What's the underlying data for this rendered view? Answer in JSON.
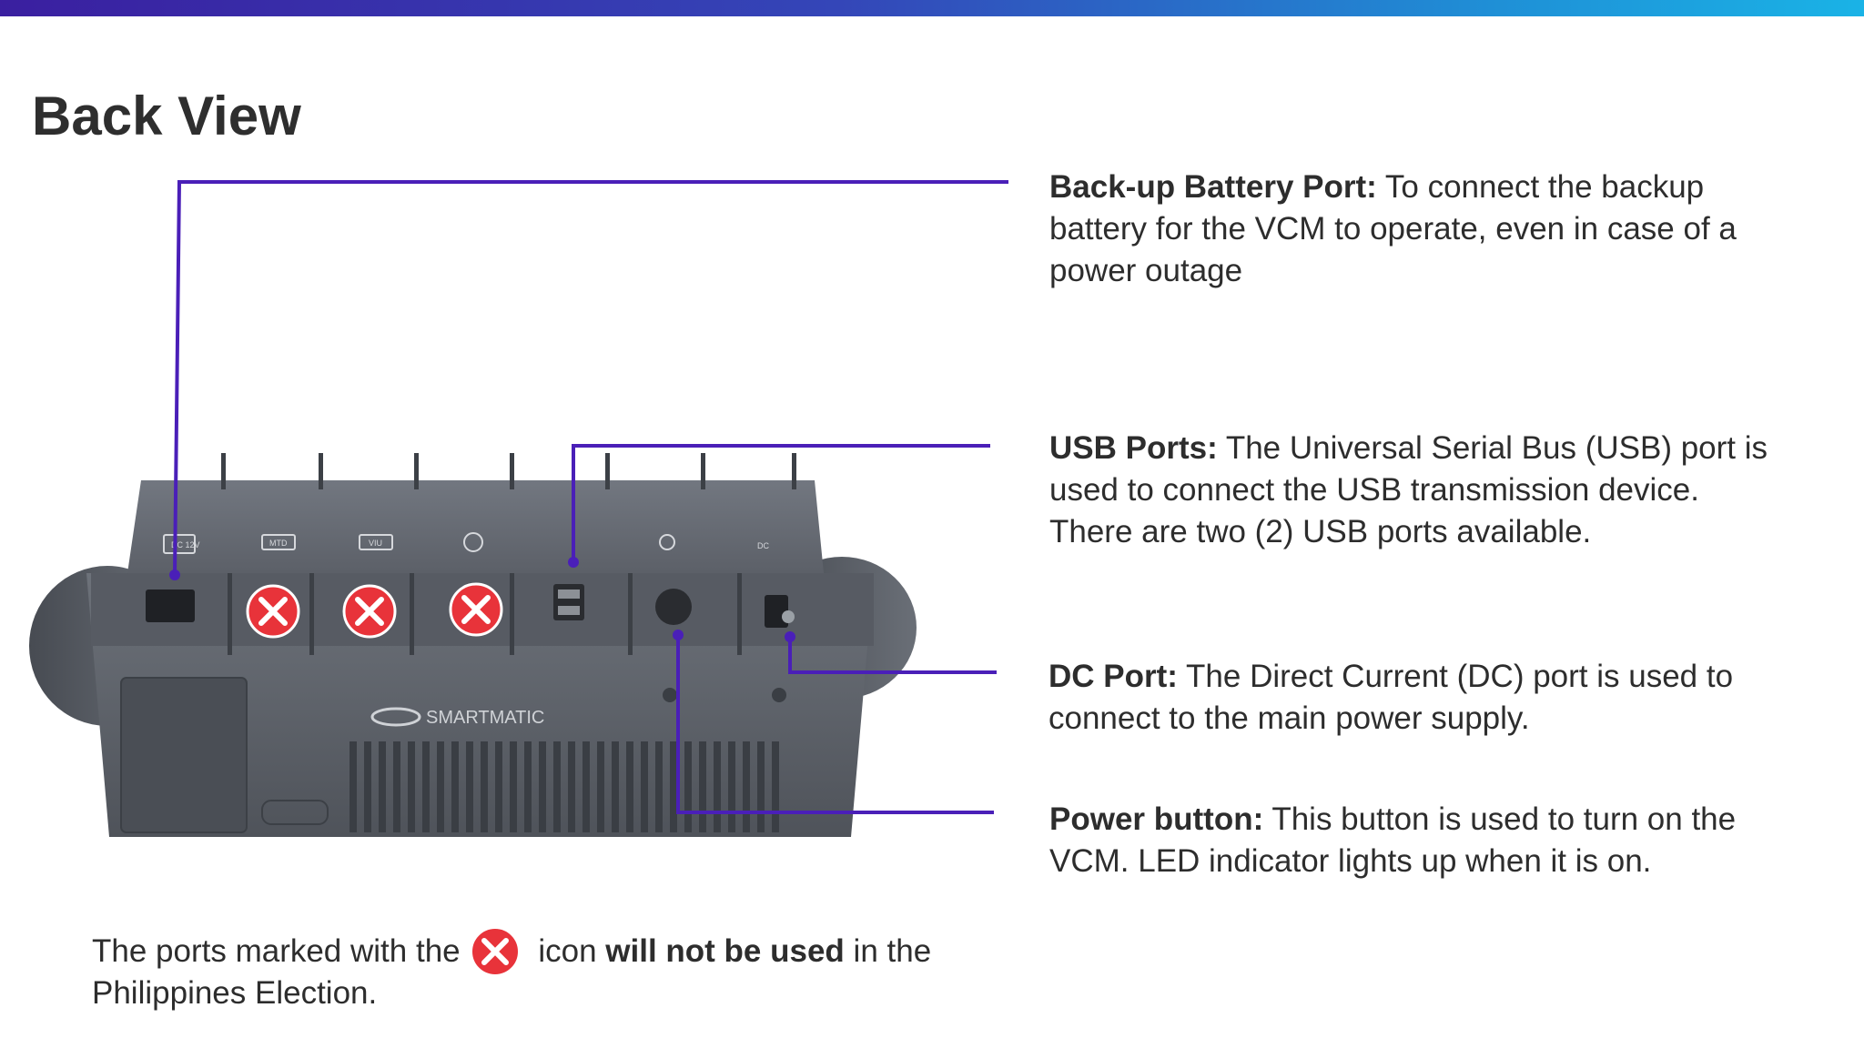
{
  "slide": {
    "title": "Back View",
    "accent_color": "#4a1fb8"
  },
  "callouts": {
    "battery": {
      "label": "Back-up Battery Port:",
      "text": " To connect the backup battery for the VCM to operate, even in case of a power outage"
    },
    "usb": {
      "label": "USB Ports:",
      "text": " The Universal Serial Bus (USB) port is used to connect the USB transmission device. There are two (2) USB ports available."
    },
    "dc": {
      "label": "DC Port:",
      "text": " The Direct Current (DC) port is used to connect to the main power supply."
    },
    "power": {
      "label": "Power button:",
      "text": " This button is used to turn on the VCM. LED indicator lights up when it is on."
    }
  },
  "device": {
    "brand": "SMARTMATIC",
    "port_labels": [
      "DC 12V",
      "MTD",
      "VIU",
      "",
      "",
      "",
      "DC"
    ],
    "unused_marker_icon": "red-x-icon",
    "body_color": "#5b6068",
    "unused_marker_color": "#e8333a"
  },
  "footnote": {
    "before": "The ports marked with the",
    "icon": "red-x-icon",
    "middle": " icon ",
    "emphasis": "will not be used",
    "after": " in the Philippines Election."
  }
}
